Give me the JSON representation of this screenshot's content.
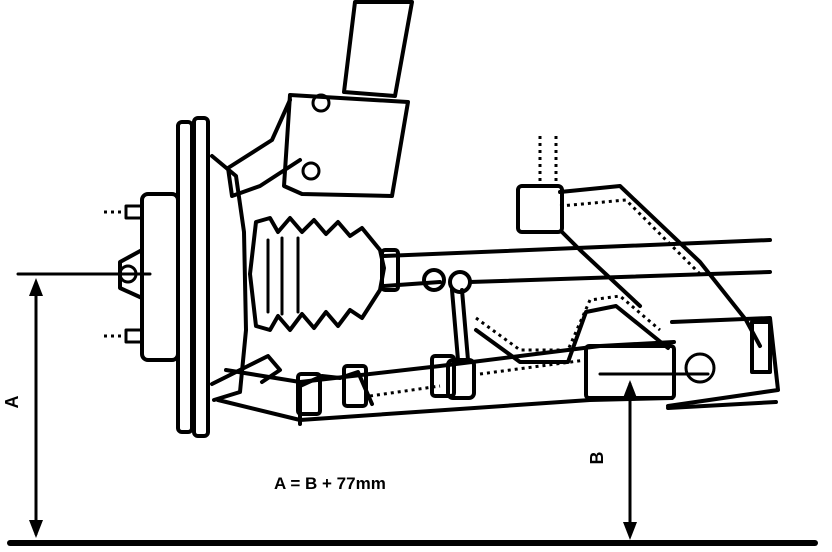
{
  "labels": {
    "a": "A",
    "b": "B",
    "formula": "A = B + 77mm"
  },
  "colors": {
    "ink": "#000000",
    "paper": "#ffffff"
  }
}
